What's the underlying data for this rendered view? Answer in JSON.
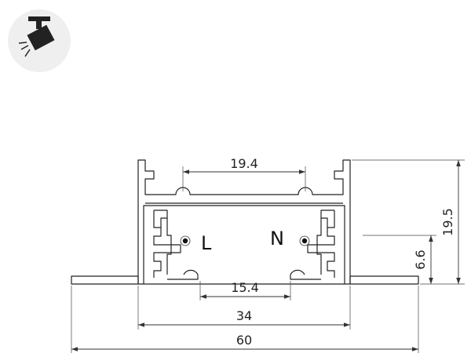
{
  "icon": {
    "name": "track-spotlight-icon",
    "background": "#f0f0f0"
  },
  "labels": {
    "live": "L",
    "neutral": "N"
  },
  "dimensions": {
    "overall_width": "60",
    "body_width": "34",
    "inner_bottom_width": "15.4",
    "inner_top_width": "19.4",
    "height": "19.5",
    "contact_height": "6.6"
  }
}
